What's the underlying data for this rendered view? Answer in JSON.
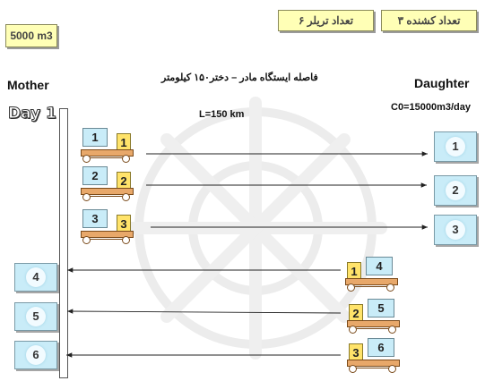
{
  "header": {
    "stock_label": "5000 m3",
    "consumers_label": "تعداد کشنده ۳",
    "trailers_label": "تعداد تریلر ۶",
    "distance_title": "فاصله ایستگاه مادر – دختر۱۵۰ کیلومتر"
  },
  "stations": {
    "mother_label": "Mother",
    "daughter_label": "Daughter",
    "capacity_label": "C0=15000m3/day",
    "distance_label": "L=150 km",
    "day_label": "Day 1"
  },
  "daughter_boxes": [
    "1",
    "2",
    "3"
  ],
  "mother_boxes": [
    "4",
    "5",
    "6"
  ],
  "outbound_trucks": [
    {
      "trailer": "1",
      "tractor": "1"
    },
    {
      "trailer": "2",
      "tractor": "2"
    },
    {
      "trailer": "3",
      "tractor": "3"
    }
  ],
  "return_trucks": [
    {
      "tractor": "1",
      "trailer": "4"
    },
    {
      "tractor": "2",
      "trailer": "5"
    },
    {
      "tractor": "3",
      "trailer": "6"
    }
  ],
  "colors": {
    "trailer_fill": "#c9ecf8",
    "tractor_fill": "#ffe36a",
    "bed_fill": "#e8a86a",
    "header_box_fill": "#ffffb6",
    "arrow": "#222222"
  }
}
